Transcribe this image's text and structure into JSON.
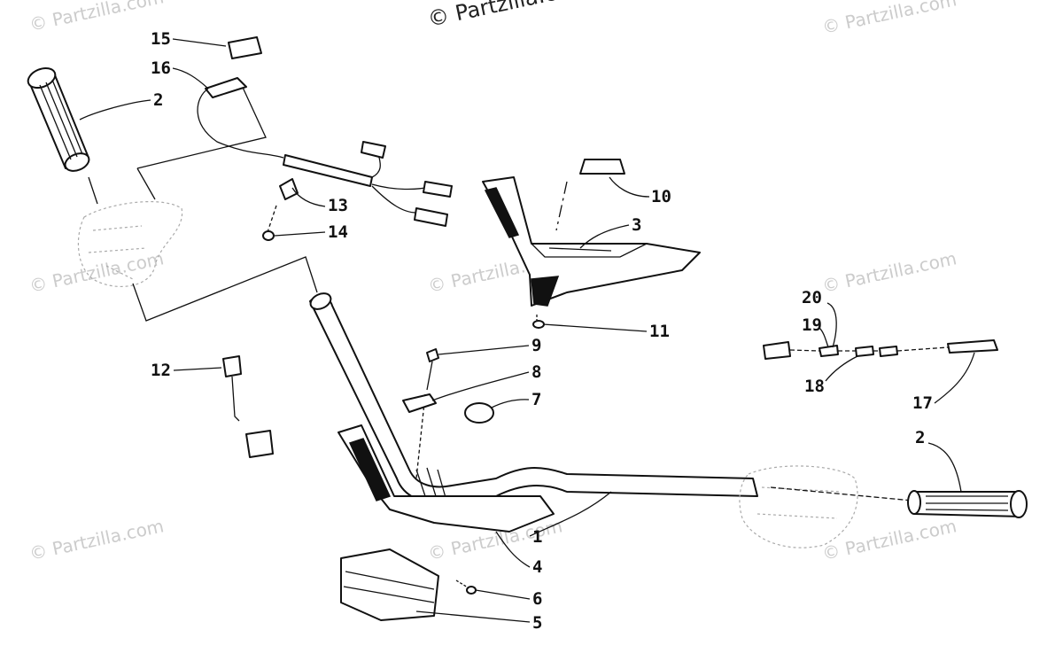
{
  "watermarks": {
    "top": "© Partzilla.com",
    "generic": "© Partzilla.com"
  },
  "callouts": {
    "c1": "1",
    "c2a": "2",
    "c2b": "2",
    "c3": "3",
    "c4": "4",
    "c5": "5",
    "c6": "6",
    "c7": "7",
    "c8": "8",
    "c9": "9",
    "c10": "10",
    "c11": "11",
    "c12": "12",
    "c13": "13",
    "c14": "14",
    "c15": "15",
    "c16": "16",
    "c17": "17",
    "c18": "18",
    "c19": "19",
    "c20": "20"
  }
}
